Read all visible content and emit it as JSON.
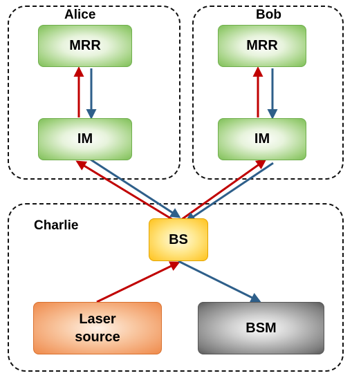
{
  "groups": {
    "alice": "Alice",
    "bob": "Bob",
    "charlie": "Charlie"
  },
  "nodes": {
    "alice_mrr": "MRR",
    "alice_im": "IM",
    "bob_mrr": "MRR",
    "bob_im": "IM",
    "bs": "BS",
    "laser_line1": "Laser",
    "laser_line2": "source",
    "bsm": "BSM"
  },
  "colors": {
    "red_arrow": "#c00000",
    "blue_arrow": "#2e5f8a",
    "dashed_border": "#111111"
  }
}
